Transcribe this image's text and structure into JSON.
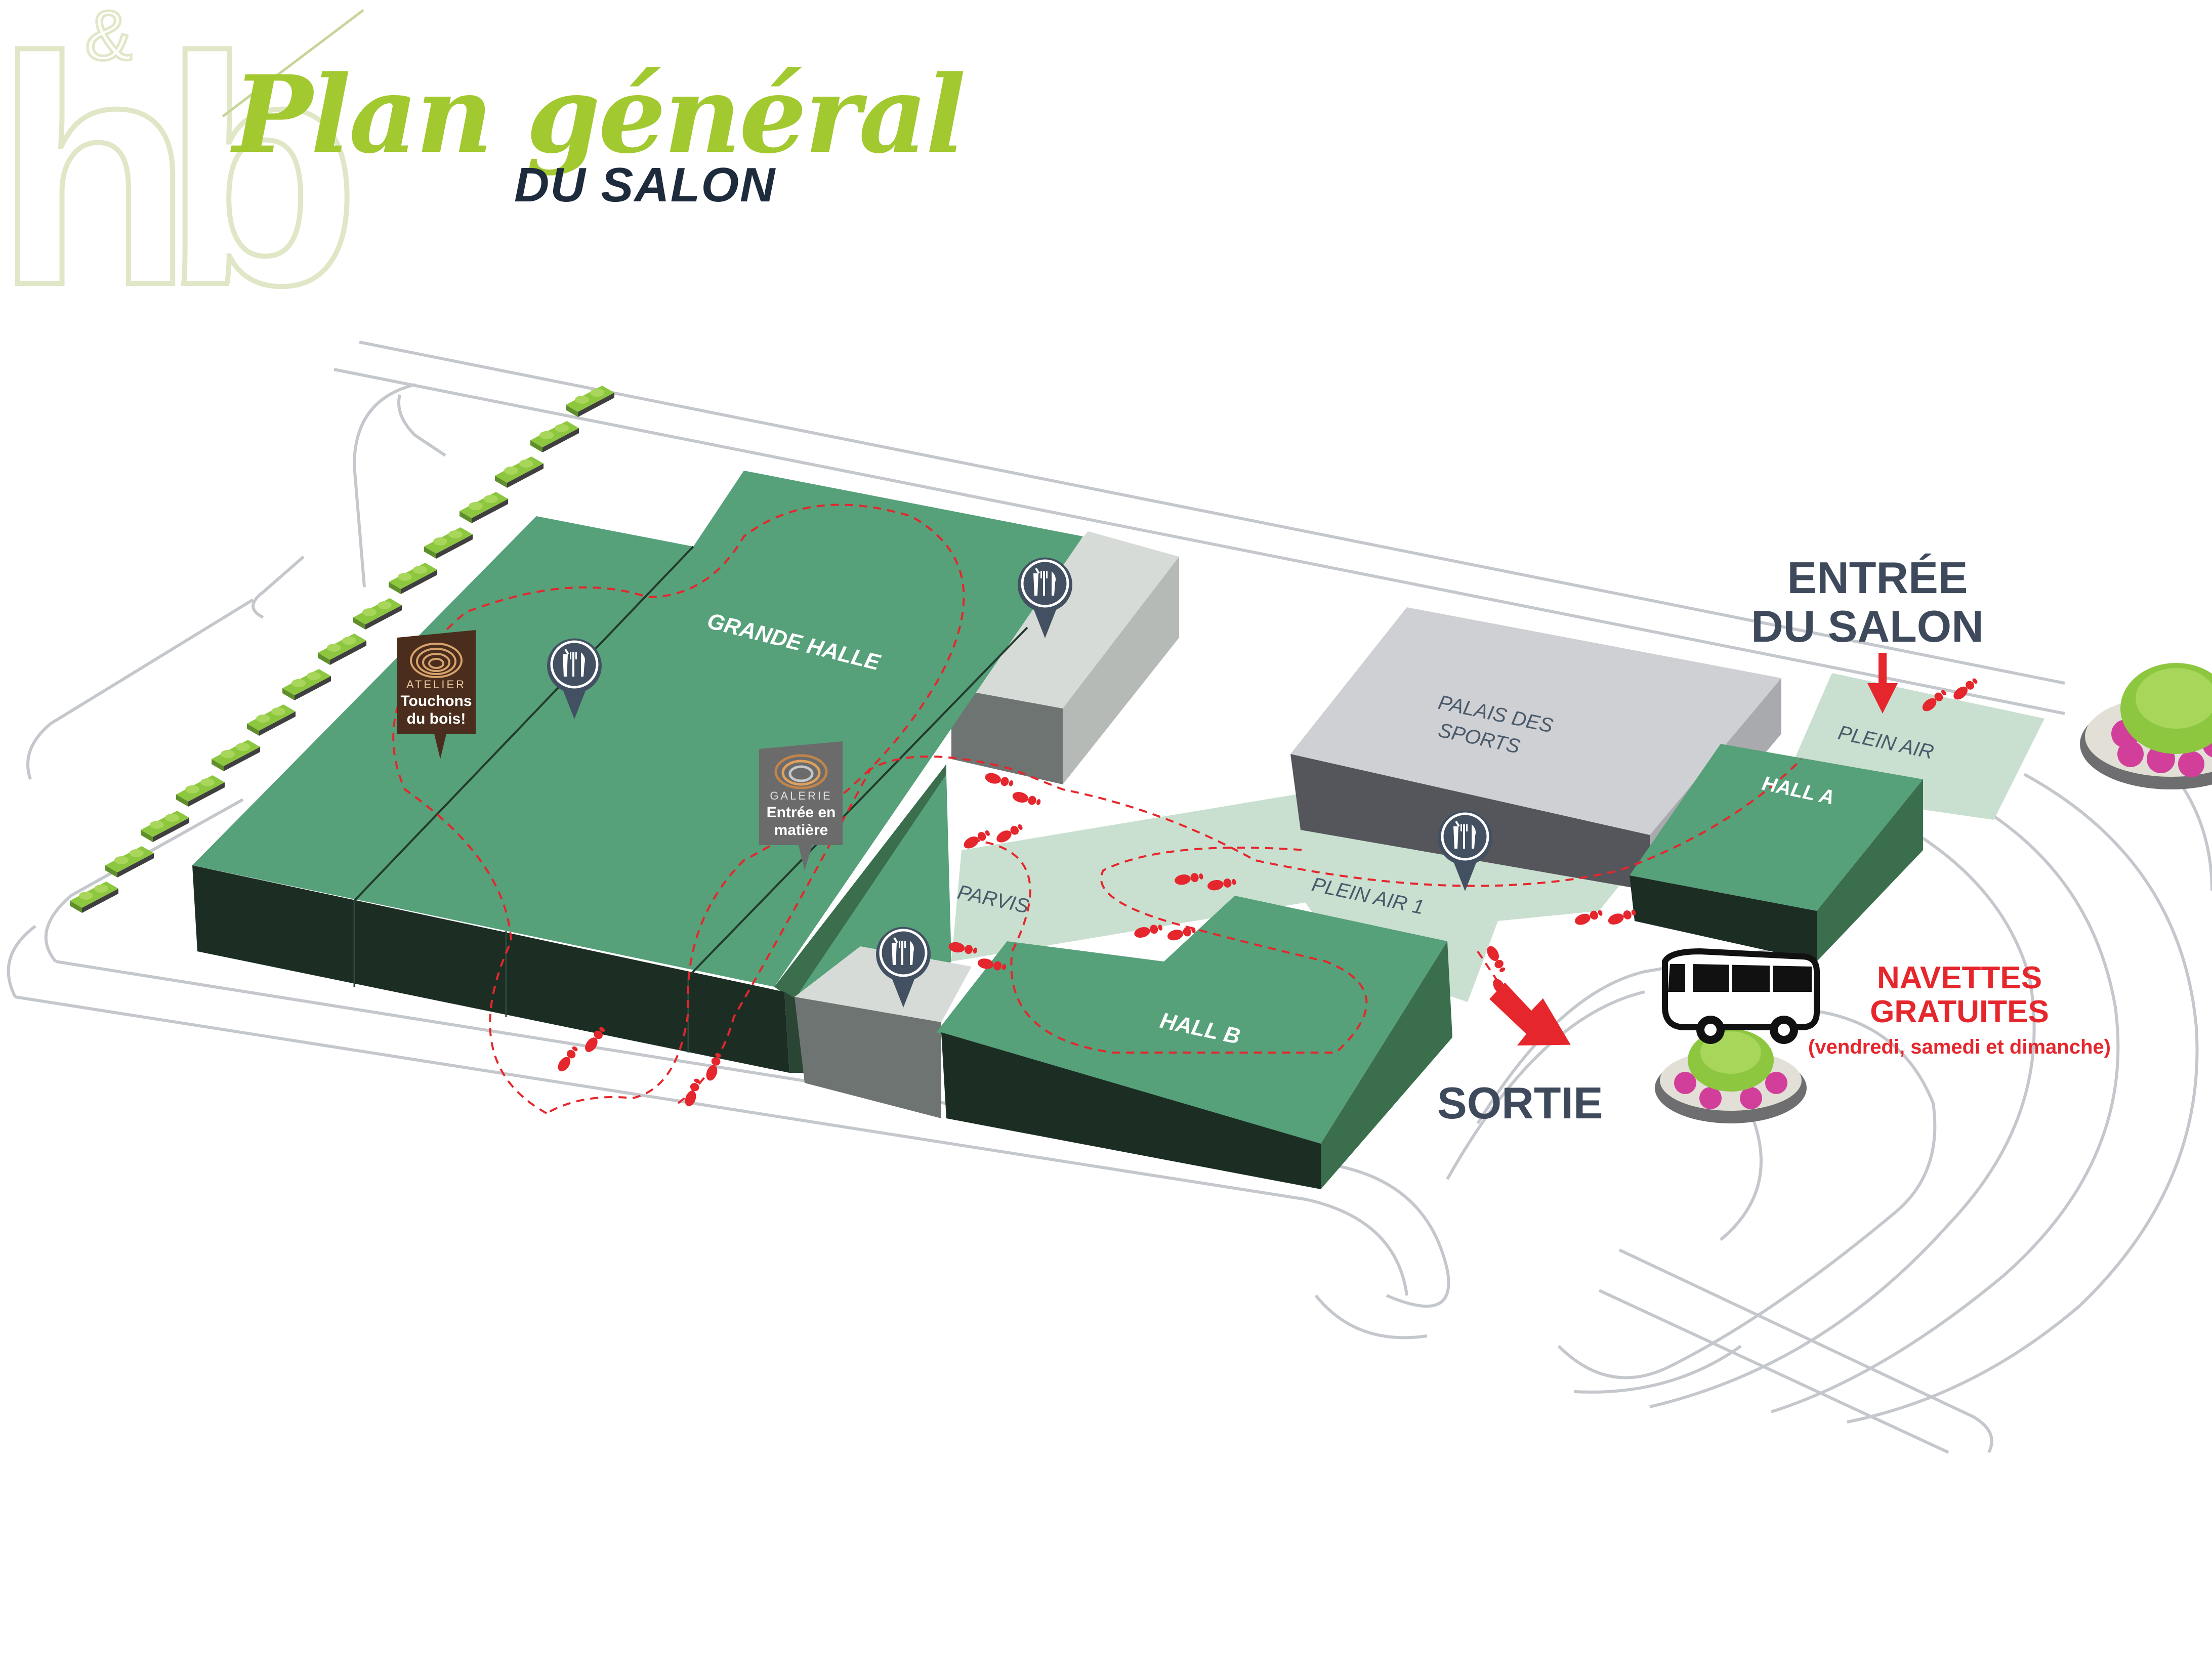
{
  "colors": {
    "hall_top": "#56a07a",
    "hall_left": "#1c2e24",
    "hall_right": "#3a6e4d",
    "grey_top": "#cfd0d4",
    "grey_right": "#a9aaae",
    "grey_front": "#55565c",
    "light_grey_top": "#d6dbd7",
    "light_grey_front": "#6e7471",
    "zone_fill": "#c9dfd0",
    "road": "#c4c7cc",
    "logo": "#dfe7c6",
    "title_green": "#a3c931",
    "navy": "#1e2b3c",
    "sign_dark": "#3e4a5c",
    "accent_red": "#e5262c",
    "hedge": "#8dc63f",
    "pin": "#435062",
    "atelier_brown": "#4a2d1c",
    "galerie_grey": "#6b6b6b",
    "flower": "#d23f9a"
  },
  "logo": {
    "letters": "hb",
    "ampersand": "&"
  },
  "title": {
    "line1": "Plan général",
    "line2": "DU SALON"
  },
  "halls": {
    "grande_halle": "GRANDE HALLE",
    "hall_b": "HALL B",
    "hall_a": "HALL A",
    "palais": [
      "PALAIS DES",
      "SPORTS"
    ]
  },
  "zones": {
    "parvis": "PARVIS",
    "plein_air_1": "PLEIN AIR 1",
    "plein_air": "PLEIN AIR"
  },
  "signs": {
    "entree": [
      "ENTRÉE",
      "DU SALON"
    ],
    "sortie": "SORTIE",
    "navettes": [
      "NAVETTES",
      "GRATUITES"
    ],
    "navettes_days": "(vendredi, samedi et dimanche)"
  },
  "badges": {
    "atelier": {
      "tag": "ATELIER",
      "name": [
        "Touchons",
        "du bois!"
      ]
    },
    "galerie": {
      "tag": "GALERIE",
      "name": [
        "Entrée en",
        "matière"
      ]
    }
  },
  "icons": {
    "restaurant": "fork-knife-cup-icon",
    "footsteps": "footprints-icon",
    "bus": "bus-icon",
    "arrow": "arrow-icon"
  }
}
